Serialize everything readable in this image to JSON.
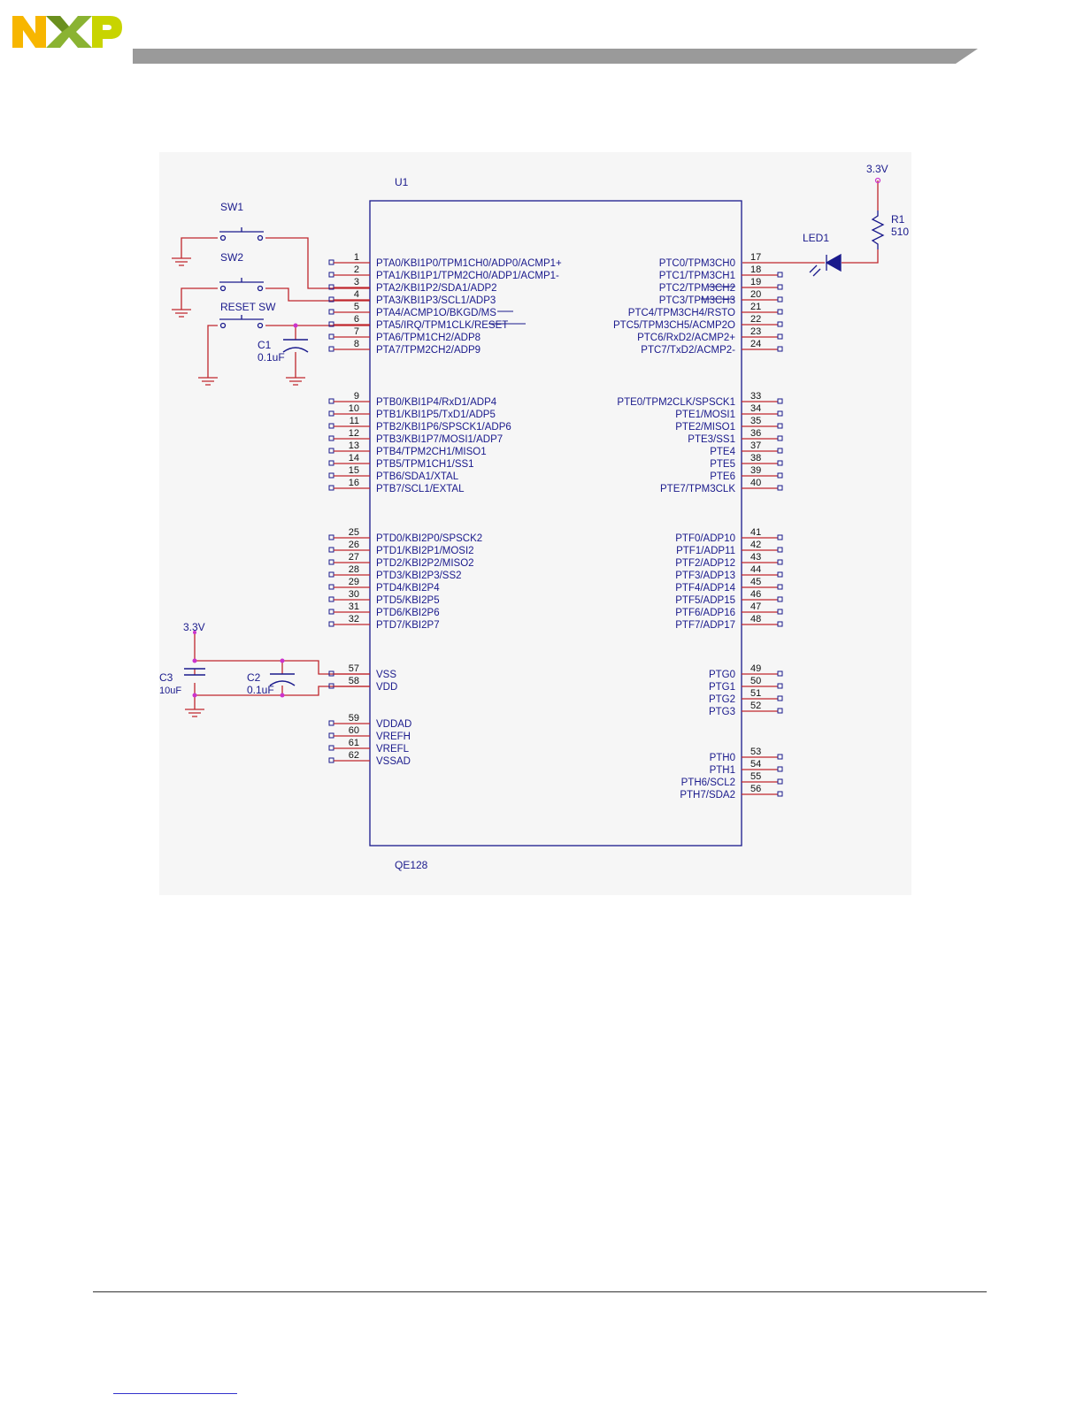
{
  "header": {
    "logo_text": "NXP"
  },
  "schematic": {
    "chip_ref": "U1",
    "chip_part": "QE128",
    "left_pins": [
      {
        "num": "1",
        "label": "PTA0/KBI1P0/TPM1CH0/ADP0/ACMP1+"
      },
      {
        "num": "2",
        "label": "PTA1/KBI1P1/TPM2CH0/ADP1/ACMP1-"
      },
      {
        "num": "3",
        "label": "PTA2/KBI1P2/SDA1/ADP2"
      },
      {
        "num": "4",
        "label": "PTA3/KBI1P3/SCL1/ADP3"
      },
      {
        "num": "5",
        "label": "PTA4/ACMP1O/BKGD/MS"
      },
      {
        "num": "6",
        "label": "PTA5/IRQ/TPM1CLK/RESET"
      },
      {
        "num": "7",
        "label": "PTA6/TPM1CH2/ADP8"
      },
      {
        "num": "8",
        "label": "PTA7/TPM2CH2/ADP9"
      },
      {
        "num": "9",
        "label": "PTB0/KBI1P4/RxD1/ADP4"
      },
      {
        "num": "10",
        "label": "PTB1/KBI1P5/TxD1/ADP5"
      },
      {
        "num": "11",
        "label": "PTB2/KBI1P6/SPSCK1/ADP6"
      },
      {
        "num": "12",
        "label": "PTB3/KBI1P7/MOSI1/ADP7"
      },
      {
        "num": "13",
        "label": "PTB4/TPM2CH1/MISO1"
      },
      {
        "num": "14",
        "label": "PTB5/TPM1CH1/SS1"
      },
      {
        "num": "15",
        "label": "PTB6/SDA1/XTAL"
      },
      {
        "num": "16",
        "label": "PTB7/SCL1/EXTAL"
      },
      {
        "num": "25",
        "label": "PTD0/KBI2P0/SPSCK2"
      },
      {
        "num": "26",
        "label": "PTD1/KBI2P1/MOSI2"
      },
      {
        "num": "27",
        "label": "PTD2/KBI2P2/MISO2"
      },
      {
        "num": "28",
        "label": "PTD3/KBI2P3/SS2"
      },
      {
        "num": "29",
        "label": "PTD4/KBI2P4"
      },
      {
        "num": "30",
        "label": "PTD5/KBI2P5"
      },
      {
        "num": "31",
        "label": "PTD6/KBI2P6"
      },
      {
        "num": "32",
        "label": "PTD7/KBI2P7"
      },
      {
        "num": "57",
        "label": "VSS"
      },
      {
        "num": "58",
        "label": "VDD"
      },
      {
        "num": "59",
        "label": "VDDAD"
      },
      {
        "num": "60",
        "label": "VREFH"
      },
      {
        "num": "61",
        "label": "VREFL"
      },
      {
        "num": "62",
        "label": "VSSAD"
      }
    ],
    "right_pins": [
      {
        "num": "17",
        "label": "PTC0/TPM3CH0"
      },
      {
        "num": "18",
        "label": "PTC1/TPM3CH1"
      },
      {
        "num": "19",
        "label": "PTC2/TPM3CH2"
      },
      {
        "num": "20",
        "label": "PTC3/TPM3CH3"
      },
      {
        "num": "21",
        "label": "PTC4/TPM3CH4/RSTO"
      },
      {
        "num": "22",
        "label": "PTC5/TPM3CH5/ACMP2O"
      },
      {
        "num": "23",
        "label": "PTC6/RxD2/ACMP2+"
      },
      {
        "num": "24",
        "label": "PTC7/TxD2/ACMP2-"
      },
      {
        "num": "33",
        "label": "PTE0/TPM2CLK/SPSCK1"
      },
      {
        "num": "34",
        "label": "PTE1/MOSI1"
      },
      {
        "num": "35",
        "label": "PTE2/MISO1"
      },
      {
        "num": "36",
        "label": "PTE3/SS1"
      },
      {
        "num": "37",
        "label": "PTE4"
      },
      {
        "num": "38",
        "label": "PTE5"
      },
      {
        "num": "39",
        "label": "PTE6"
      },
      {
        "num": "40",
        "label": "PTE7/TPM3CLK"
      },
      {
        "num": "41",
        "label": "PTF0/ADP10"
      },
      {
        "num": "42",
        "label": "PTF1/ADP11"
      },
      {
        "num": "43",
        "label": "PTF2/ADP12"
      },
      {
        "num": "44",
        "label": "PTF3/ADP13"
      },
      {
        "num": "45",
        "label": "PTF4/ADP14"
      },
      {
        "num": "46",
        "label": "PTF5/ADP15"
      },
      {
        "num": "47",
        "label": "PTF6/ADP16"
      },
      {
        "num": "48",
        "label": "PTF7/ADP17"
      },
      {
        "num": "49",
        "label": "PTG0"
      },
      {
        "num": "50",
        "label": "PTG1"
      },
      {
        "num": "51",
        "label": "PTG2"
      },
      {
        "num": "52",
        "label": "PTG3"
      },
      {
        "num": "53",
        "label": "PTH0"
      },
      {
        "num": "54",
        "label": "PTH1"
      },
      {
        "num": "55",
        "label": "PTH6/SCL2"
      },
      {
        "num": "56",
        "label": "PTH7/SDA2"
      }
    ],
    "components": {
      "sw1": "SW1",
      "sw2": "SW2",
      "reset_sw": "RESET SW",
      "c1_ref": "C1",
      "c1_val": "0.1uF",
      "c2_ref": "C2",
      "c2_val": "0.1uF",
      "c3_ref": "C3",
      "c3_val": "10uF",
      "r1_ref": "R1",
      "r1_val": "510",
      "led_ref": "LED1",
      "supply_top": "3.3V",
      "supply_left": "3.3V"
    },
    "colors": {
      "wire": "#c0272d",
      "outline": "#1a1a8c",
      "text": "#1a1a8c",
      "junction": "#cc33cc"
    }
  }
}
